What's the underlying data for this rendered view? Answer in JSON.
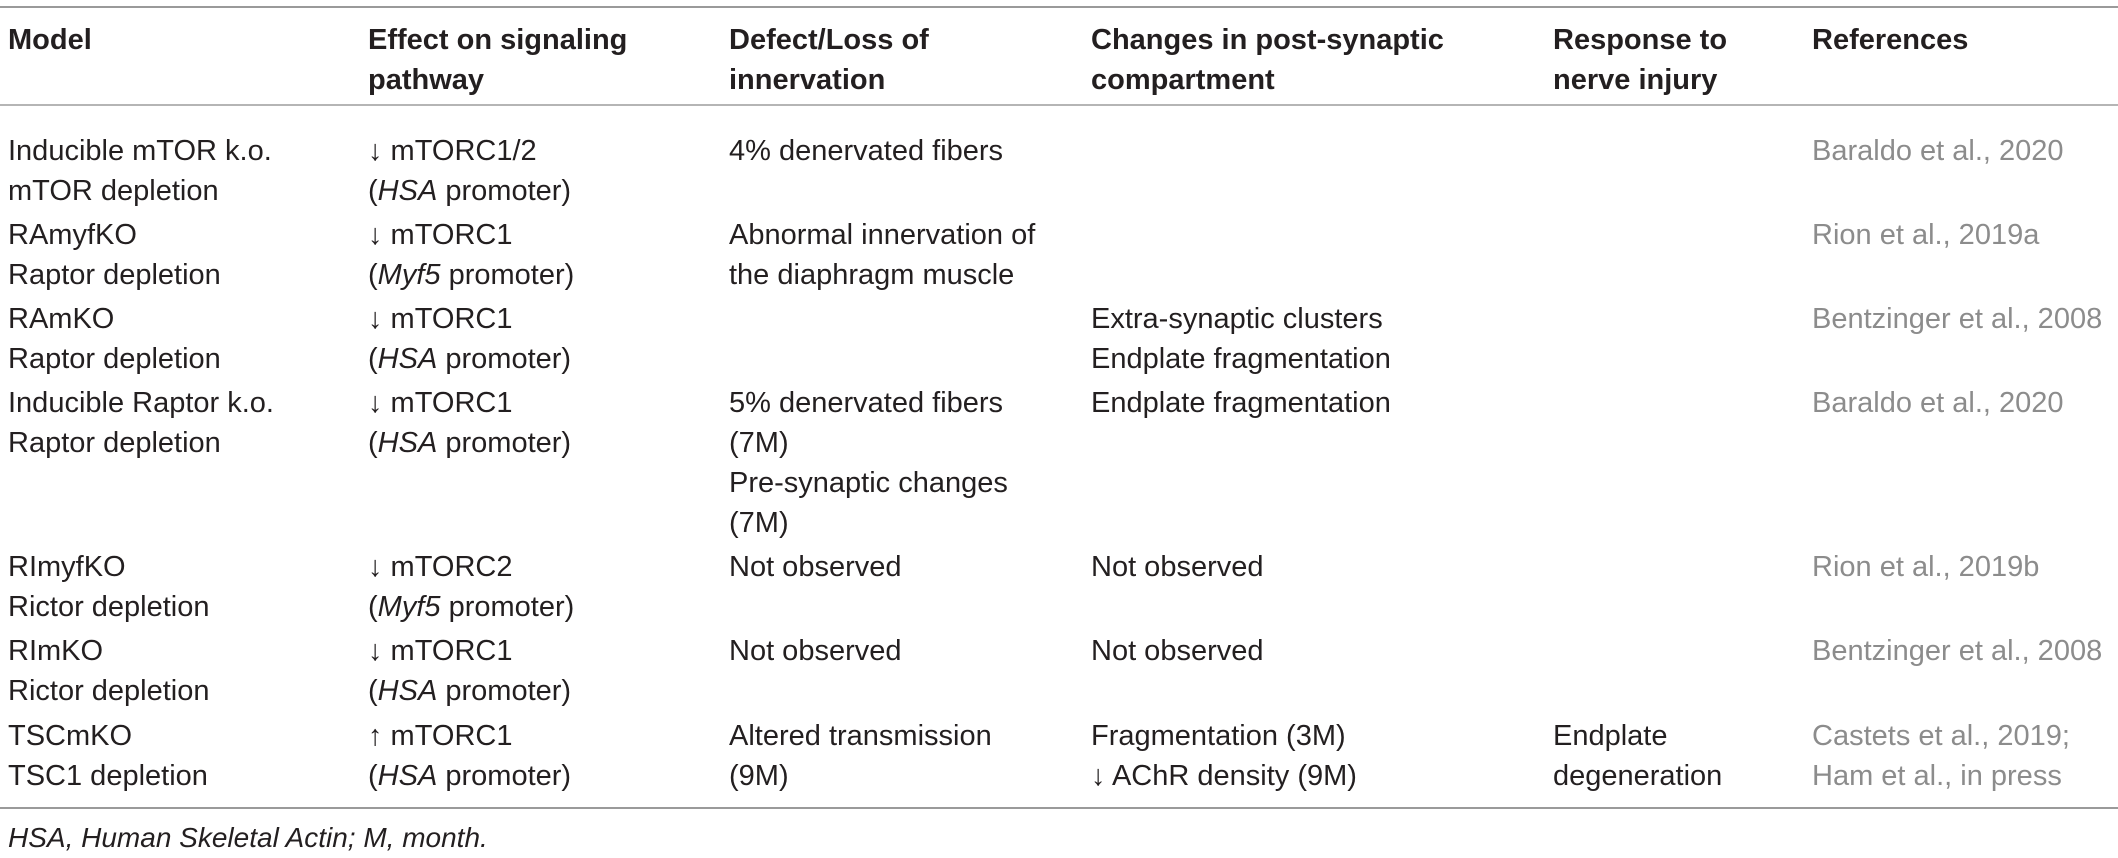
{
  "headers": {
    "model_l1": "Model",
    "effect_l1": "Effect on signaling",
    "effect_l2": "pathway",
    "defect_l1": "Defect/Loss of",
    "defect_l2": "innervation",
    "changes_l1": "Changes in post-synaptic",
    "changes_l2": "compartment",
    "response_l1": "Response to",
    "response_l2": "nerve injury",
    "refs_l1": "References"
  },
  "rows": [
    {
      "model": [
        "Inducible mTOR k.o.",
        "mTOR depletion"
      ],
      "effect": [
        "↓ mTORC1/2",
        "HSA",
        " promoter)"
      ],
      "defect": [
        "4% denervated fibers"
      ],
      "changes": [],
      "response": [],
      "refs": [
        "Baraldo et al., 2020"
      ]
    },
    {
      "model": [
        "RAmyfKO",
        "Raptor depletion"
      ],
      "effect": [
        "↓ mTORC1",
        "Myf5",
        " promoter)"
      ],
      "defect": [
        "Abnormal innervation of",
        "the diaphragm muscle"
      ],
      "changes": [],
      "response": [],
      "refs": [
        "Rion et al., 2019a"
      ]
    },
    {
      "model": [
        "RAmKO",
        "Raptor depletion"
      ],
      "effect": [
        "↓ mTORC1",
        "HSA",
        " promoter)"
      ],
      "defect": [],
      "changes": [
        "Extra-synaptic clusters",
        "Endplate fragmentation"
      ],
      "response": [],
      "refs": [
        "Bentzinger et al., 2008"
      ]
    },
    {
      "model": [
        "Inducible Raptor k.o.",
        "Raptor depletion"
      ],
      "effect": [
        "↓ mTORC1",
        "HSA",
        " promoter)"
      ],
      "defect": [
        "5% denervated fibers",
        "(7M)",
        "Pre-synaptic changes",
        "(7M)"
      ],
      "changes": [
        "Endplate fragmentation"
      ],
      "response": [],
      "refs": [
        "Baraldo et al., 2020"
      ]
    },
    {
      "model": [
        "RImyfKO",
        "Rictor depletion"
      ],
      "effect": [
        "↓ mTORC2",
        "Myf5",
        " promoter)"
      ],
      "defect": [
        "Not observed"
      ],
      "changes": [
        "Not observed"
      ],
      "response": [],
      "refs": [
        "Rion et al., 2019b"
      ]
    },
    {
      "model": [
        "RImKO",
        "Rictor depletion"
      ],
      "effect": [
        "↓ mTORC1",
        "HSA",
        " promoter)"
      ],
      "defect": [
        "Not observed"
      ],
      "changes": [
        "Not observed"
      ],
      "response": [],
      "refs": [
        "Bentzinger et al., 2008"
      ]
    },
    {
      "model": [
        "TSCmKO",
        "TSC1 depletion"
      ],
      "effect": [
        "↑ mTORC1",
        "HSA",
        " promoter)"
      ],
      "defect": [
        "Altered transmission",
        "(9M)"
      ],
      "changes": [
        "Fragmentation (3M)",
        "↓ AChR density (9M)"
      ],
      "response": [
        "Endplate",
        "degeneration"
      ],
      "refs": [
        "Castets et al., 2019;",
        "Ham et al., in press"
      ]
    }
  ],
  "footnote": "HSA, Human Skeletal Actin; M, month.",
  "colors": {
    "text": "#231f20",
    "reference": "#8c8c8c",
    "rule": "#9a9a9a"
  }
}
